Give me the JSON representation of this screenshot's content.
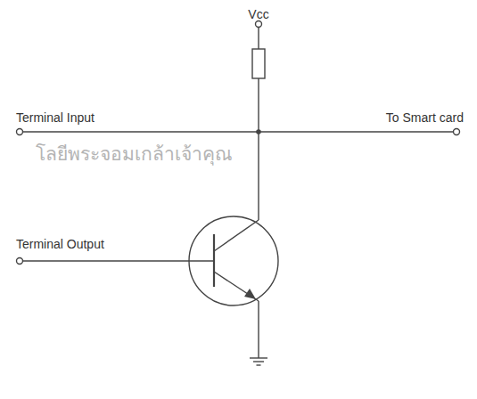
{
  "diagram": {
    "labels": [
      "Vcc",
      "Terminal Input",
      "To Smart card",
      "Terminal Output",
      "โลยีพระจอมเกล้าเจ้าคุณ"
    ]
  }
}
